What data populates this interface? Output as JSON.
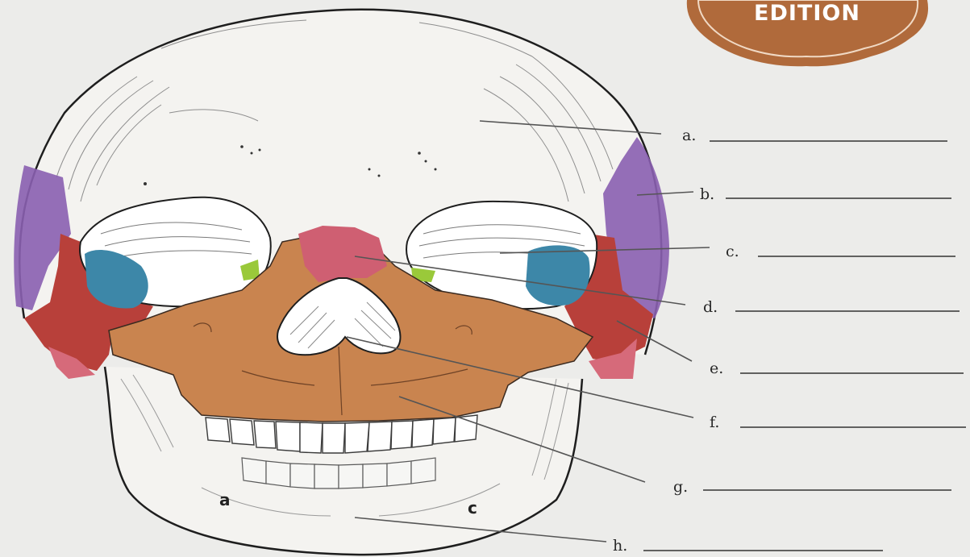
{
  "badge": {
    "text": "EDITION",
    "color": "#b06a3b"
  },
  "labels": [
    {
      "letter": "a."
    },
    {
      "letter": "b."
    },
    {
      "letter": "c."
    },
    {
      "letter": "d."
    },
    {
      "letter": "e."
    },
    {
      "letter": "f."
    },
    {
      "letter": "g."
    },
    {
      "letter": "h."
    }
  ],
  "handwritten": {
    "left_mark": "a",
    "right_mark": "c"
  },
  "colors": {
    "frontal_sides": "#8a5fb0",
    "zygomatic": "#b8403a",
    "maxilla": "#c9844f",
    "nasal": "#cf5f72",
    "orbit_blue": "#3d87a8",
    "lacrimal_green": "#9ac93a",
    "temporal_pink": "#d66a7a"
  }
}
